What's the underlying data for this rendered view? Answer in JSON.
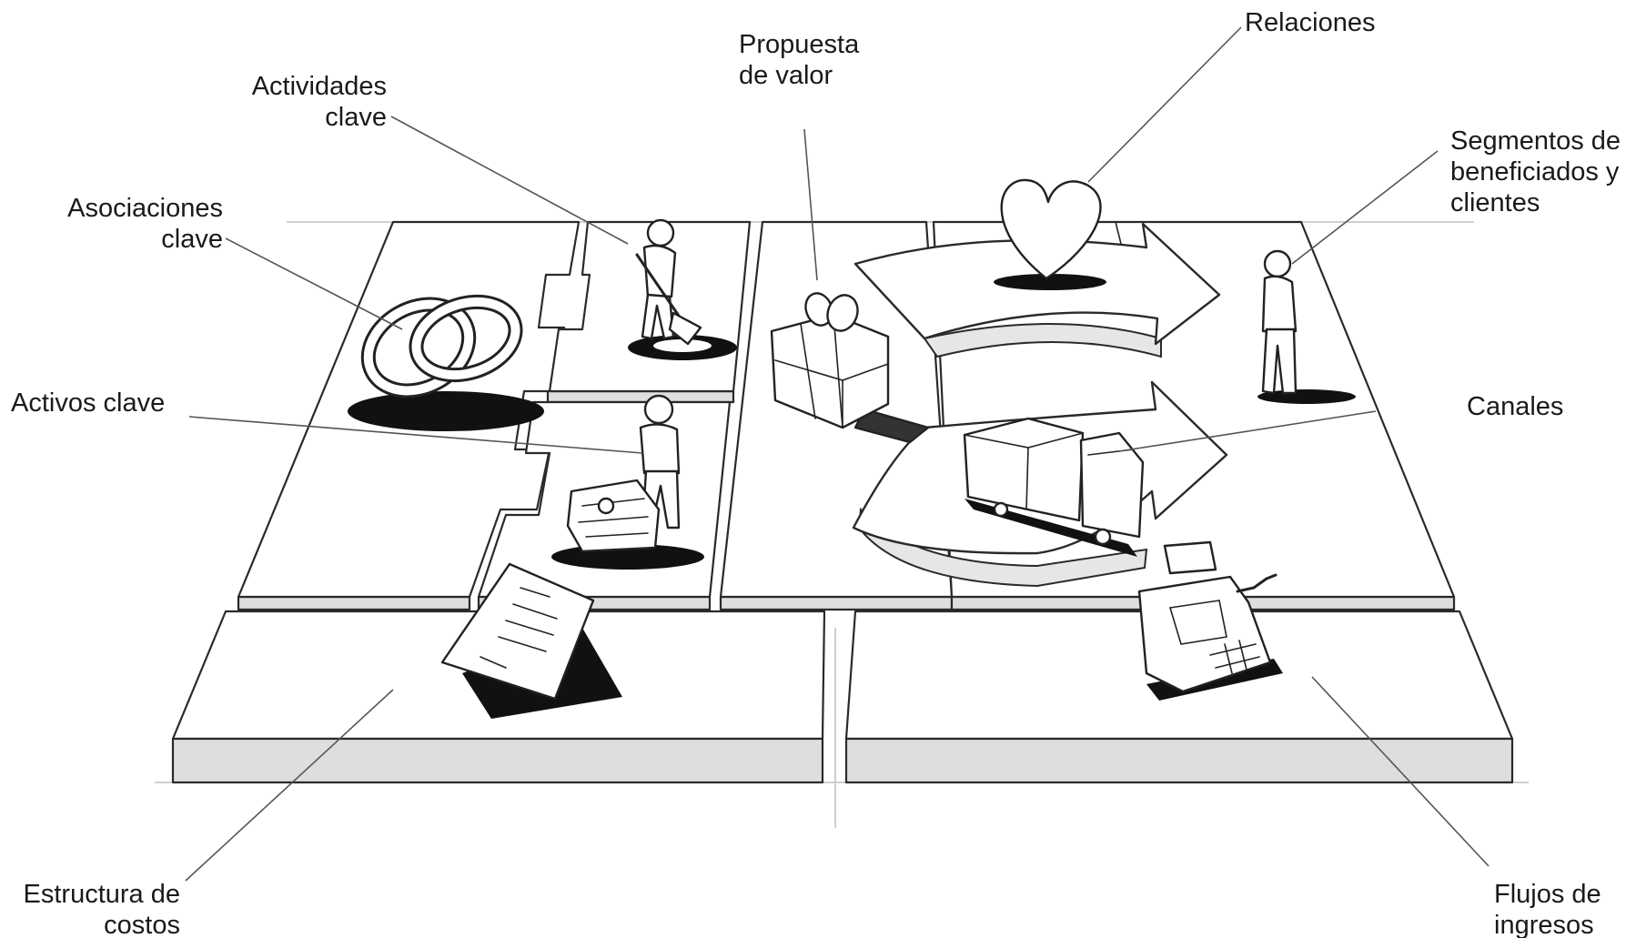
{
  "labels": {
    "actividades_l1": "Actividades",
    "actividades_l2": "clave",
    "asociaciones_l1": "Asociaciones",
    "asociaciones_l2": "clave",
    "activos": "Activos clave",
    "propuesta_l1": "Propuesta",
    "propuesta_l2": "de valor",
    "relaciones": "Relaciones",
    "segmentos_l1": "Segmentos de",
    "segmentos_l2": "beneficiados y",
    "segmentos_l3": "clientes",
    "canales": "Canales",
    "costos_l1": "Estructura de",
    "costos_l2": "costos",
    "ingresos_l1": "Flujos de",
    "ingresos_l2": "ingresos"
  }
}
